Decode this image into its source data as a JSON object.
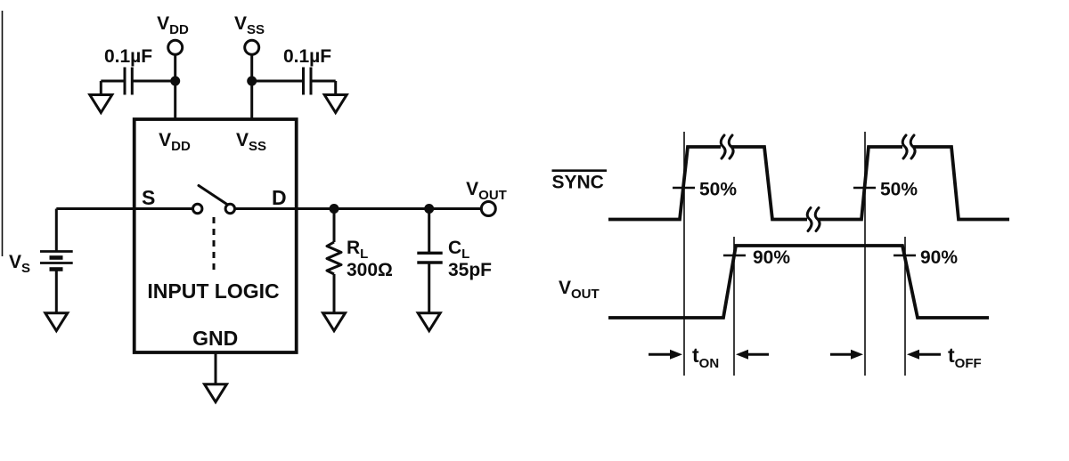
{
  "ink_color": "#0d0d0d",
  "circuit": {
    "vdd_terminal_label": {
      "base": "V",
      "sub": "DD"
    },
    "vss_terminal_label": {
      "base": "V",
      "sub": "SS"
    },
    "bypass_cap_left_value": "0.1µF",
    "bypass_cap_right_value": "0.1µF",
    "pin_vdd_label": {
      "base": "V",
      "sub": "DD"
    },
    "pin_vss_label": {
      "base": "V",
      "sub": "SS"
    },
    "pin_s_label": "S",
    "pin_d_label": "D",
    "pin_gnd_label": "GND",
    "block_label": "INPUT LOGIC",
    "source_label": {
      "base": "V",
      "sub": "S"
    },
    "load_resistor_name": {
      "base": "R",
      "sub": "L"
    },
    "load_resistor_value": "300Ω",
    "load_capacitor_name": {
      "base": "C",
      "sub": "L"
    },
    "load_capacitor_value": "35pF",
    "vout_terminal_label": {
      "base": "V",
      "sub": "OUT"
    }
  },
  "timing": {
    "sync_signal_label": "SYNC",
    "vout_signal_label": {
      "base": "V",
      "sub": "OUT"
    },
    "sync_threshold_labels": [
      "50%",
      "50%"
    ],
    "vout_threshold_labels": [
      "90%",
      "90%"
    ],
    "ton_label": {
      "base": "t",
      "sub": "ON"
    },
    "toff_label": {
      "base": "t",
      "sub": "OFF"
    }
  }
}
